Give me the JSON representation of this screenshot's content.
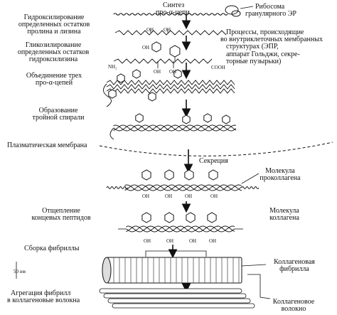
{
  "labels": {
    "synthesis": "Синтез",
    "pro_chains": "про-α-цепи",
    "ribosome": "Рибосома",
    "ribosome_er": "гранулярного ЭР",
    "hydroxylation": [
      "Гидроксилирование",
      "определенных остатков",
      "пролина и лизина"
    ],
    "glycosylation": [
      "Гликозилирование",
      "определенных остатков",
      "гидроксилизина"
    ],
    "processes": [
      "Процессы, происходящие",
      "во внутриклеточных мембранных",
      "структурах (ЭПР,",
      "аппарат Гольджи, секре-",
      "торные пузырьки)"
    ],
    "nh2": "NH₂",
    "cooh": "COOH",
    "oh": "OH",
    "joining": [
      "Объединение трех",
      "про-α-цепей"
    ],
    "triple_helix": [
      "Образование",
      "тройной спирали"
    ],
    "membrane": "Плазматическая мембрана",
    "secretion": "Секреция",
    "procollagen": [
      "Молекула",
      "проколлагена"
    ],
    "cleavage": [
      "Отщепление",
      "концевых пептидов"
    ],
    "collagen_molecule": [
      "Молекула",
      "коллагена"
    ],
    "fibril_assembly": "Сборка фибриллы",
    "scale": "50 нм",
    "collagen_fibril": [
      "Коллагеновая",
      "фибрилла"
    ],
    "aggregation": [
      "Агрегация фибрилл",
      "в коллагеновые волокна"
    ],
    "collagen_fiber": [
      "Коллагеновое",
      "волокно"
    ]
  }
}
